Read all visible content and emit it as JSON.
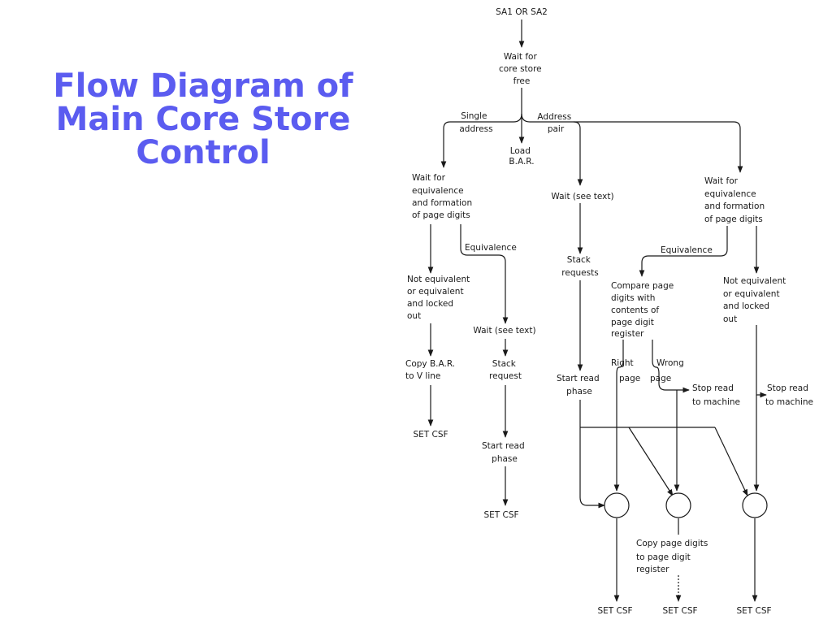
{
  "title": {
    "line1": "Flow Diagram of",
    "line2": "Main Core Store",
    "line3": "Control"
  },
  "diagram": {
    "start": "SA1 OR SA2",
    "wait_free": [
      "Wait for",
      "core store",
      "free"
    ],
    "single_address": [
      "Single",
      "address"
    ],
    "address_pair": [
      "Address",
      "pair"
    ],
    "load_bar": [
      "Load",
      "B.A.R."
    ],
    "wait_equiv_left": [
      "Wait for",
      "equivalence",
      "and formation",
      "of page digits"
    ],
    "wait_see_text_mid": "Wait (see text)",
    "wait_equiv_right": [
      "Wait for",
      "equivalence",
      "and formation",
      "of page digits"
    ],
    "equivalence_left": "Equivalence",
    "equivalence_right": "Equivalence",
    "stack_requests": [
      "Stack",
      "requests"
    ],
    "not_equiv_left": [
      "Not equivalent",
      "or equivalent",
      "and locked",
      "out"
    ],
    "compare": [
      "Compare page",
      "digits with",
      "contents of",
      "page digit",
      "register"
    ],
    "not_equiv_right": [
      "Not equivalent",
      "or equivalent",
      "and locked",
      "out"
    ],
    "wait_see_text_left": "Wait (see text)",
    "copy_bar": [
      "Copy B.A.R.",
      "to V line"
    ],
    "stack_request": [
      "Stack",
      "request"
    ],
    "right_page": [
      "Right",
      "page"
    ],
    "wrong_page": [
      "Wrong",
      "page"
    ],
    "start_read_mid": [
      "Start read",
      "phase"
    ],
    "stop_read_mid": [
      "Stop read",
      "to machine"
    ],
    "stop_read_right": [
      "Stop read",
      "to machine"
    ],
    "set_csf_left": "SET CSF",
    "start_read_left": [
      "Start read",
      "phase"
    ],
    "set_csf_left2": "SET CSF",
    "copy_page_digits": [
      "Copy page digits",
      "to page digit",
      "register"
    ],
    "set_csf_bottom": [
      "SET CSF",
      "SET CSF",
      "SET CSF"
    ]
  }
}
